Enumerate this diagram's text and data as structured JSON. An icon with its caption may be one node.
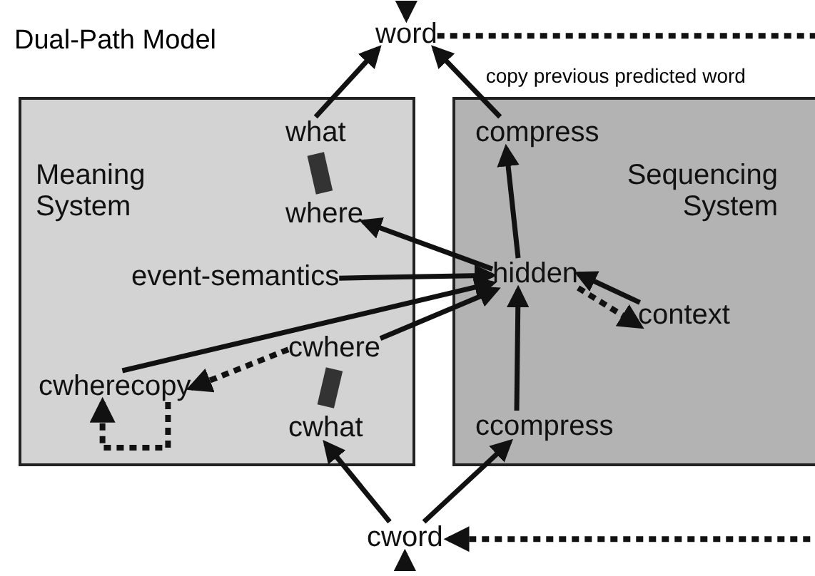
{
  "diagram": {
    "title": "Dual-Path Model",
    "nodes": [
      {
        "text": [
          "Meaning System"
        ]
      },
      {
        "text": [
          "what"
        ],
        "in": 0
      },
      {
        "text": [
          "where"
        ],
        "in": 0
      },
      {
        "text": [
          "event-semantics"
        ],
        "in": 0
      },
      {
        "text": [
          "cwhere"
        ],
        "in": 0
      },
      {
        "text": [
          "cwhat"
        ],
        "in": 0
      },
      {
        "text": [
          "cwherecopy"
        ],
        "in": 0
      },
      {
        "text": [
          "Sequencing System"
        ]
      },
      {
        "text": [
          "compress"
        ],
        "in": 7
      },
      {
        "text": [
          "hidden"
        ],
        "in": 7
      },
      {
        "text": [
          "context"
        ],
        "in": 7
      },
      {
        "text": [
          "ccompress"
        ],
        "in": 7
      },
      {
        "text": [
          "word"
        ]
      },
      {
        "text": [
          "cword"
        ]
      }
    ],
    "edges": [
      {
        "from": 1,
        "to": 12,
        "arrow": "to"
      },
      {
        "from": 8,
        "to": 12,
        "arrow": "to"
      },
      {
        "from": 1,
        "to": 2,
        "arrow": "none",
        "style": "thick"
      },
      {
        "from": 9,
        "to": 2,
        "arrow": "to"
      },
      {
        "from": 3,
        "to": 9,
        "arrow": "to"
      },
      {
        "from": 6,
        "to": 9,
        "arrow": "to"
      },
      {
        "from": 4,
        "to": 9,
        "arrow": "to"
      },
      {
        "from": 4,
        "to": 6,
        "arrow": "to",
        "style": "dashed"
      },
      {
        "from": 6,
        "to": 6,
        "arrow": "to",
        "style": "dashed"
      },
      {
        "from": 4,
        "to": 5,
        "arrow": "none",
        "style": "thick"
      },
      {
        "from": 9,
        "to": 8,
        "arrow": "to"
      },
      {
        "from": 11,
        "to": 9,
        "arrow": "to"
      },
      {
        "from": 10,
        "to": 9,
        "arrow": "to"
      },
      {
        "from": 9,
        "to": 10,
        "arrow": "to",
        "style": "dashed"
      },
      {
        "from": 13,
        "to": 5,
        "arrow": "to"
      },
      {
        "from": 13,
        "to": 11,
        "arrow": "to"
      },
      {
        "from": 12,
        "to": 13,
        "arrow": "to",
        "style": "dashed",
        "label": "copy previous predicted word"
      },
      {
        "from": null,
        "to": 12,
        "arrow": "to"
      },
      {
        "from": null,
        "to": 13,
        "arrow": "to"
      }
    ]
  }
}
